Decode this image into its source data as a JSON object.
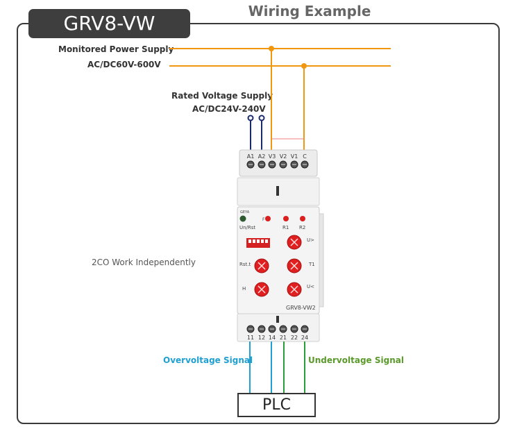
{
  "title": "Wiring Example",
  "model": "GRV8-VW",
  "labels": {
    "monitored_supply": "Monitored Power Supply",
    "monitored_range": "AC/DC60V-600V",
    "rated_supply": "Rated Voltage Supply",
    "rated_range": "AC/DC24V-240V",
    "mode_note": "2CO Work Independently",
    "over_signal": "Overvoltage Signal",
    "under_signal": "Undervoltage Signal",
    "plc": "PLC"
  },
  "device": {
    "top_terminals": [
      "A1",
      "A2",
      "V3",
      "V2",
      "V1",
      "C"
    ],
    "bottom_terminals": [
      "11",
      "12",
      "14",
      "21",
      "22",
      "24"
    ],
    "model_text": "GRV8-VW2",
    "brand_text": "GEYA",
    "leds": [
      "F",
      "R1",
      "R2"
    ],
    "knob_labels": [
      "U>",
      "Rst.t",
      "T1",
      "H",
      "U<"
    ],
    "left_labels": [
      "Un/Rst"
    ]
  },
  "colors": {
    "frame": "#3a3a3a",
    "tab": "#3e3e3e",
    "power_line": "#f0960f",
    "supply_wire": "#1a2a6e",
    "signal_over": "#1fa0d0",
    "signal_under": "#2a9a3a",
    "over_text": "#1fa0d0",
    "under_text": "#5a9a2a",
    "knob": "#e02020"
  }
}
